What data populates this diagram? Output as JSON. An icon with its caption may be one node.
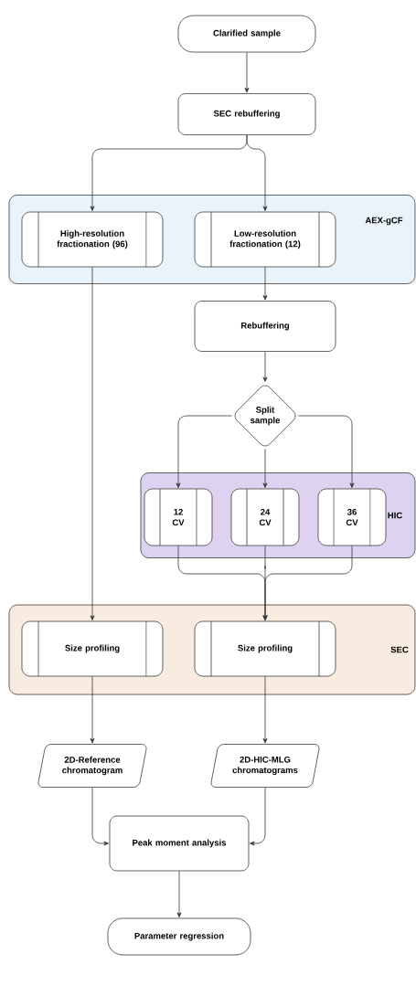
{
  "diagram": {
    "nodes": [
      {
        "text": [
          "Clarified sample"
        ]
      },
      {
        "text": [
          "SEC rebuffering"
        ]
      },
      {
        "text": [
          "AEX-gCF"
        ]
      },
      {
        "text": [
          "High-resolution fractionation (96)"
        ],
        "in": 2
      },
      {
        "text": [
          "Low-resolution fractionation (12)"
        ],
        "in": 2
      },
      {
        "text": [
          "Rebuffering"
        ]
      },
      {
        "text": [
          "Split sample"
        ]
      },
      {
        "text": [
          "HIC"
        ]
      },
      {
        "text": [
          "12 CV"
        ],
        "in": 7
      },
      {
        "text": [
          "24 CV"
        ],
        "in": 7
      },
      {
        "text": [
          "36 CV"
        ],
        "in": 7
      },
      {
        "text": [
          "SEC"
        ]
      },
      {
        "text": [
          "Size profiling"
        ],
        "in": 11
      },
      {
        "text": [
          "Size profiling"
        ],
        "in": 11
      },
      {
        "text": [
          "2D-Reference chromatogram"
        ]
      },
      {
        "text": [
          "2D-HIC-MLG chromatograms"
        ]
      },
      {
        "text": [
          "Peak moment analysis"
        ]
      },
      {
        "text": [
          "Parameter regression"
        ]
      }
    ],
    "edges": [
      {
        "from": 0,
        "to": 1,
        "arrow": "to"
      },
      {
        "from": 1,
        "to": 3,
        "arrow": "to"
      },
      {
        "from": 1,
        "to": 4,
        "arrow": "to"
      },
      {
        "from": 4,
        "to": 5,
        "arrow": "to"
      },
      {
        "from": 5,
        "to": 6,
        "arrow": "to"
      },
      {
        "from": 6,
        "to": 8,
        "arrow": "to"
      },
      {
        "from": 6,
        "to": 9,
        "arrow": "to"
      },
      {
        "from": 6,
        "to": 10,
        "arrow": "to"
      },
      {
        "from": 8,
        "to": 13,
        "arrow": "to"
      },
      {
        "from": 9,
        "to": 13,
        "arrow": "to"
      },
      {
        "from": 10,
        "to": 13,
        "arrow": "to"
      },
      {
        "from": 3,
        "to": 12,
        "arrow": "to"
      },
      {
        "from": 12,
        "to": 14,
        "arrow": "to"
      },
      {
        "from": 13,
        "to": 15,
        "arrow": "to"
      },
      {
        "from": 14,
        "to": 16,
        "arrow": "to"
      },
      {
        "from": 15,
        "to": 16,
        "arrow": "to"
      },
      {
        "from": 16,
        "to": 17,
        "arrow": "to"
      }
    ]
  }
}
